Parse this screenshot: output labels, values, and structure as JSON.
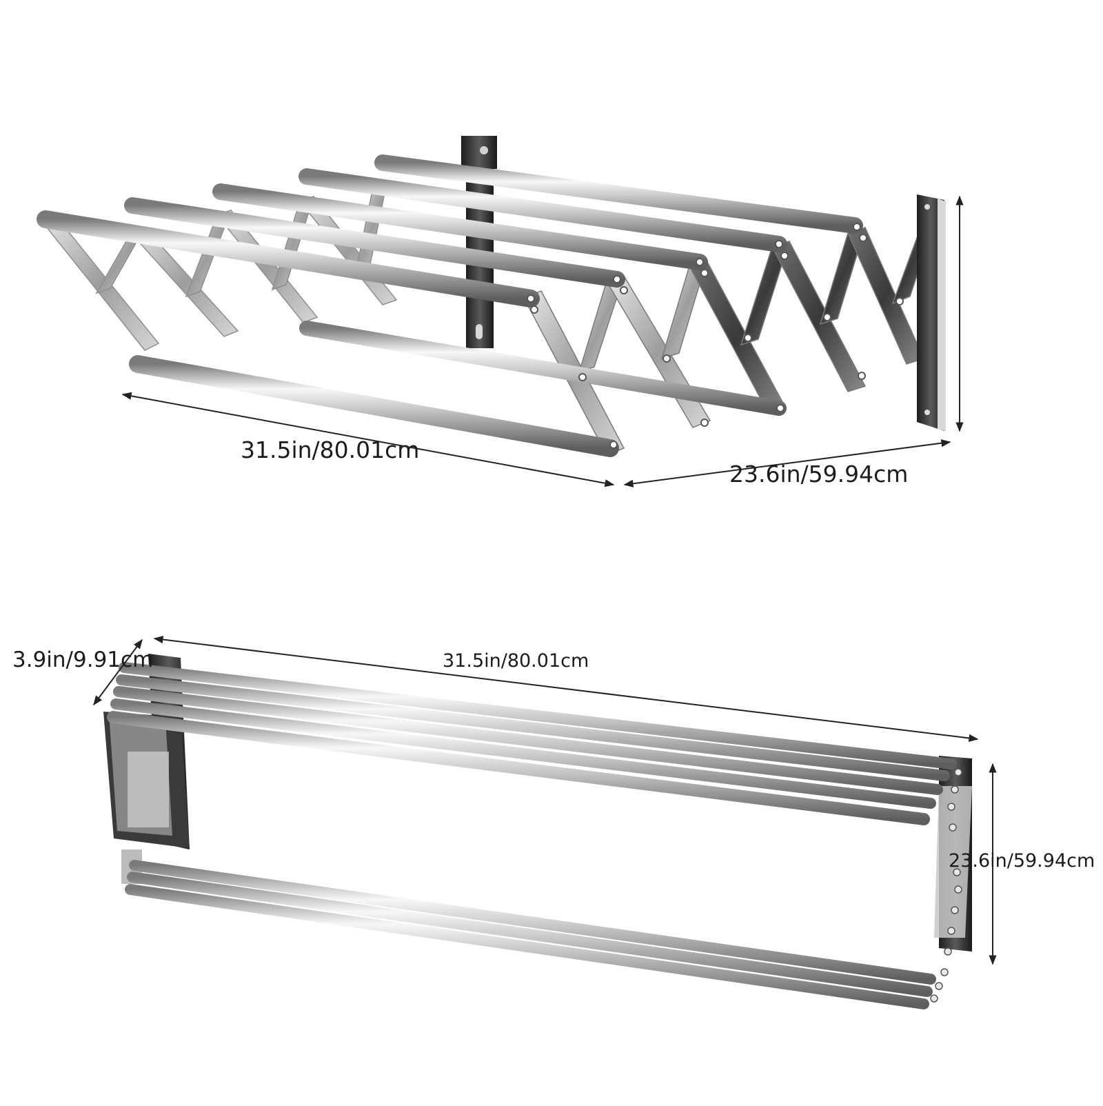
{
  "dimensions": {
    "expanded_width": "31.5in/80.01cm",
    "expanded_depth": "23.6in/59.94cm",
    "folded_depth": "3.9in/9.91cm",
    "folded_width": "31.5in/80.01cm",
    "folded_height": "23.6in/59.94cm"
  },
  "colors": {
    "dimension_line": "#222222",
    "steel_light": "#f4f4f4",
    "steel_mid": "#b9b9b9",
    "steel_dark": "#6a6a6a",
    "bracket_dark": "#2a2a2a"
  }
}
